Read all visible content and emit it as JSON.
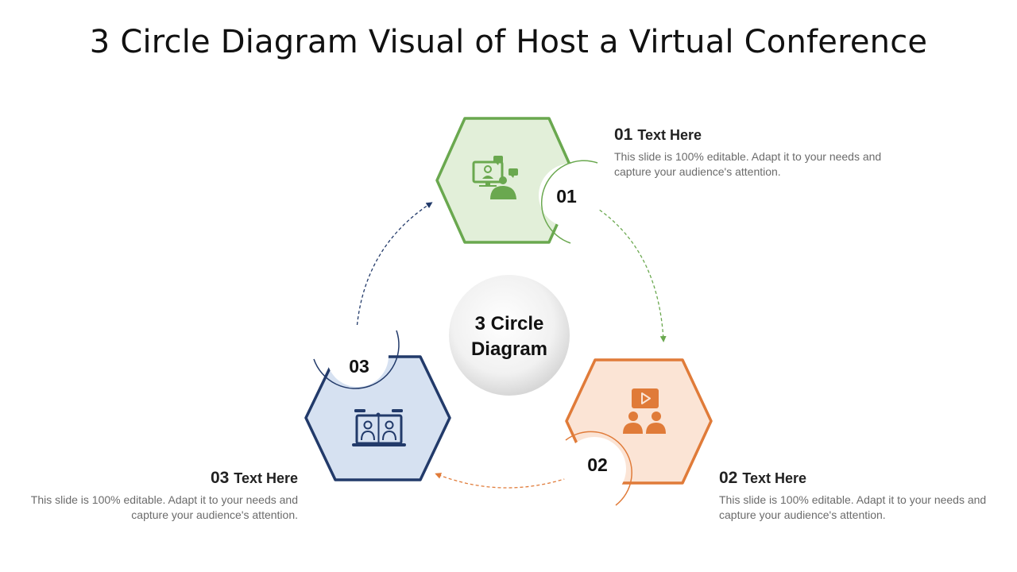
{
  "title": "3 Circle Diagram Visual of Host a Virtual Conference",
  "center": {
    "line1": "3 Circle",
    "line2": "Diagram"
  },
  "steps": [
    {
      "number": "01",
      "heading": "Text Here",
      "description": "This slide is 100% editable. Adapt it to your needs and capture your audience's attention.",
      "color": "#6aa84f",
      "fill": "#e2efd9",
      "icon": "video-call-person-icon"
    },
    {
      "number": "02",
      "heading": "Text Here",
      "description": "This slide is 100% editable. Adapt it to your needs and capture your audience's attention.",
      "color": "#e07b39",
      "fill": "#fbe4d5",
      "icon": "presentation-audience-icon"
    },
    {
      "number": "03",
      "heading": "Text Here",
      "description": "This slide is 100% editable. Adapt it to your needs and capture your audience's attention.",
      "color": "#223a6a",
      "fill": "#d6e1f1",
      "icon": "laptop-video-chat-icon"
    }
  ]
}
